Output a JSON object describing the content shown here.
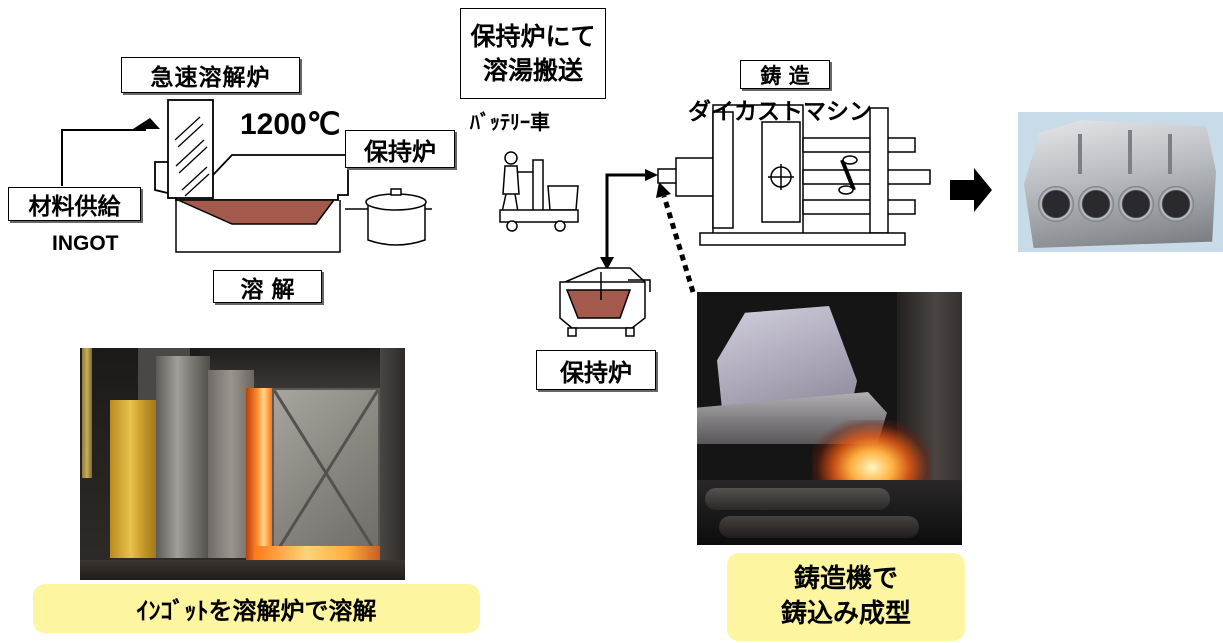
{
  "labels": {
    "rapid_melting_furnace": "急速溶解炉",
    "temperature": "1200℃",
    "holding_furnace_top": "保持炉",
    "material_supply": "材料供給",
    "ingot": "INGOT",
    "melting": "溶 解",
    "transport_lines": [
      "保持炉にて",
      "溶湯搬送"
    ],
    "battery_car": "ﾊﾞｯﾃﾘｰ車",
    "casting": "鋳 造",
    "die_cast_machine": "ダイカストマシン",
    "holding_furnace_bottom": "保持炉"
  },
  "callouts": {
    "melting_caption": "ｲﾝｺﾞｯﾄを溶解炉で溶解",
    "casting_caption_lines": [
      "鋳造機で",
      "鋳込み成型"
    ]
  },
  "icons": {
    "melting_furnace": "melting-furnace-icon",
    "holding_pot": "holding-pot-icon",
    "battery_car": "battery-car-icon",
    "small_holding_furnace": "holding-furnace-icon",
    "die_cast_machine": "die-cast-machine-icon",
    "process_arrow": "right-arrow-icon",
    "photos": [
      "melting-furnace-photo",
      "casting-photo",
      "engine-block-photo"
    ]
  },
  "colors": {
    "molten_metal": "#a3594c",
    "callout_background": "#fdf5a0",
    "arrow": "#000000"
  }
}
